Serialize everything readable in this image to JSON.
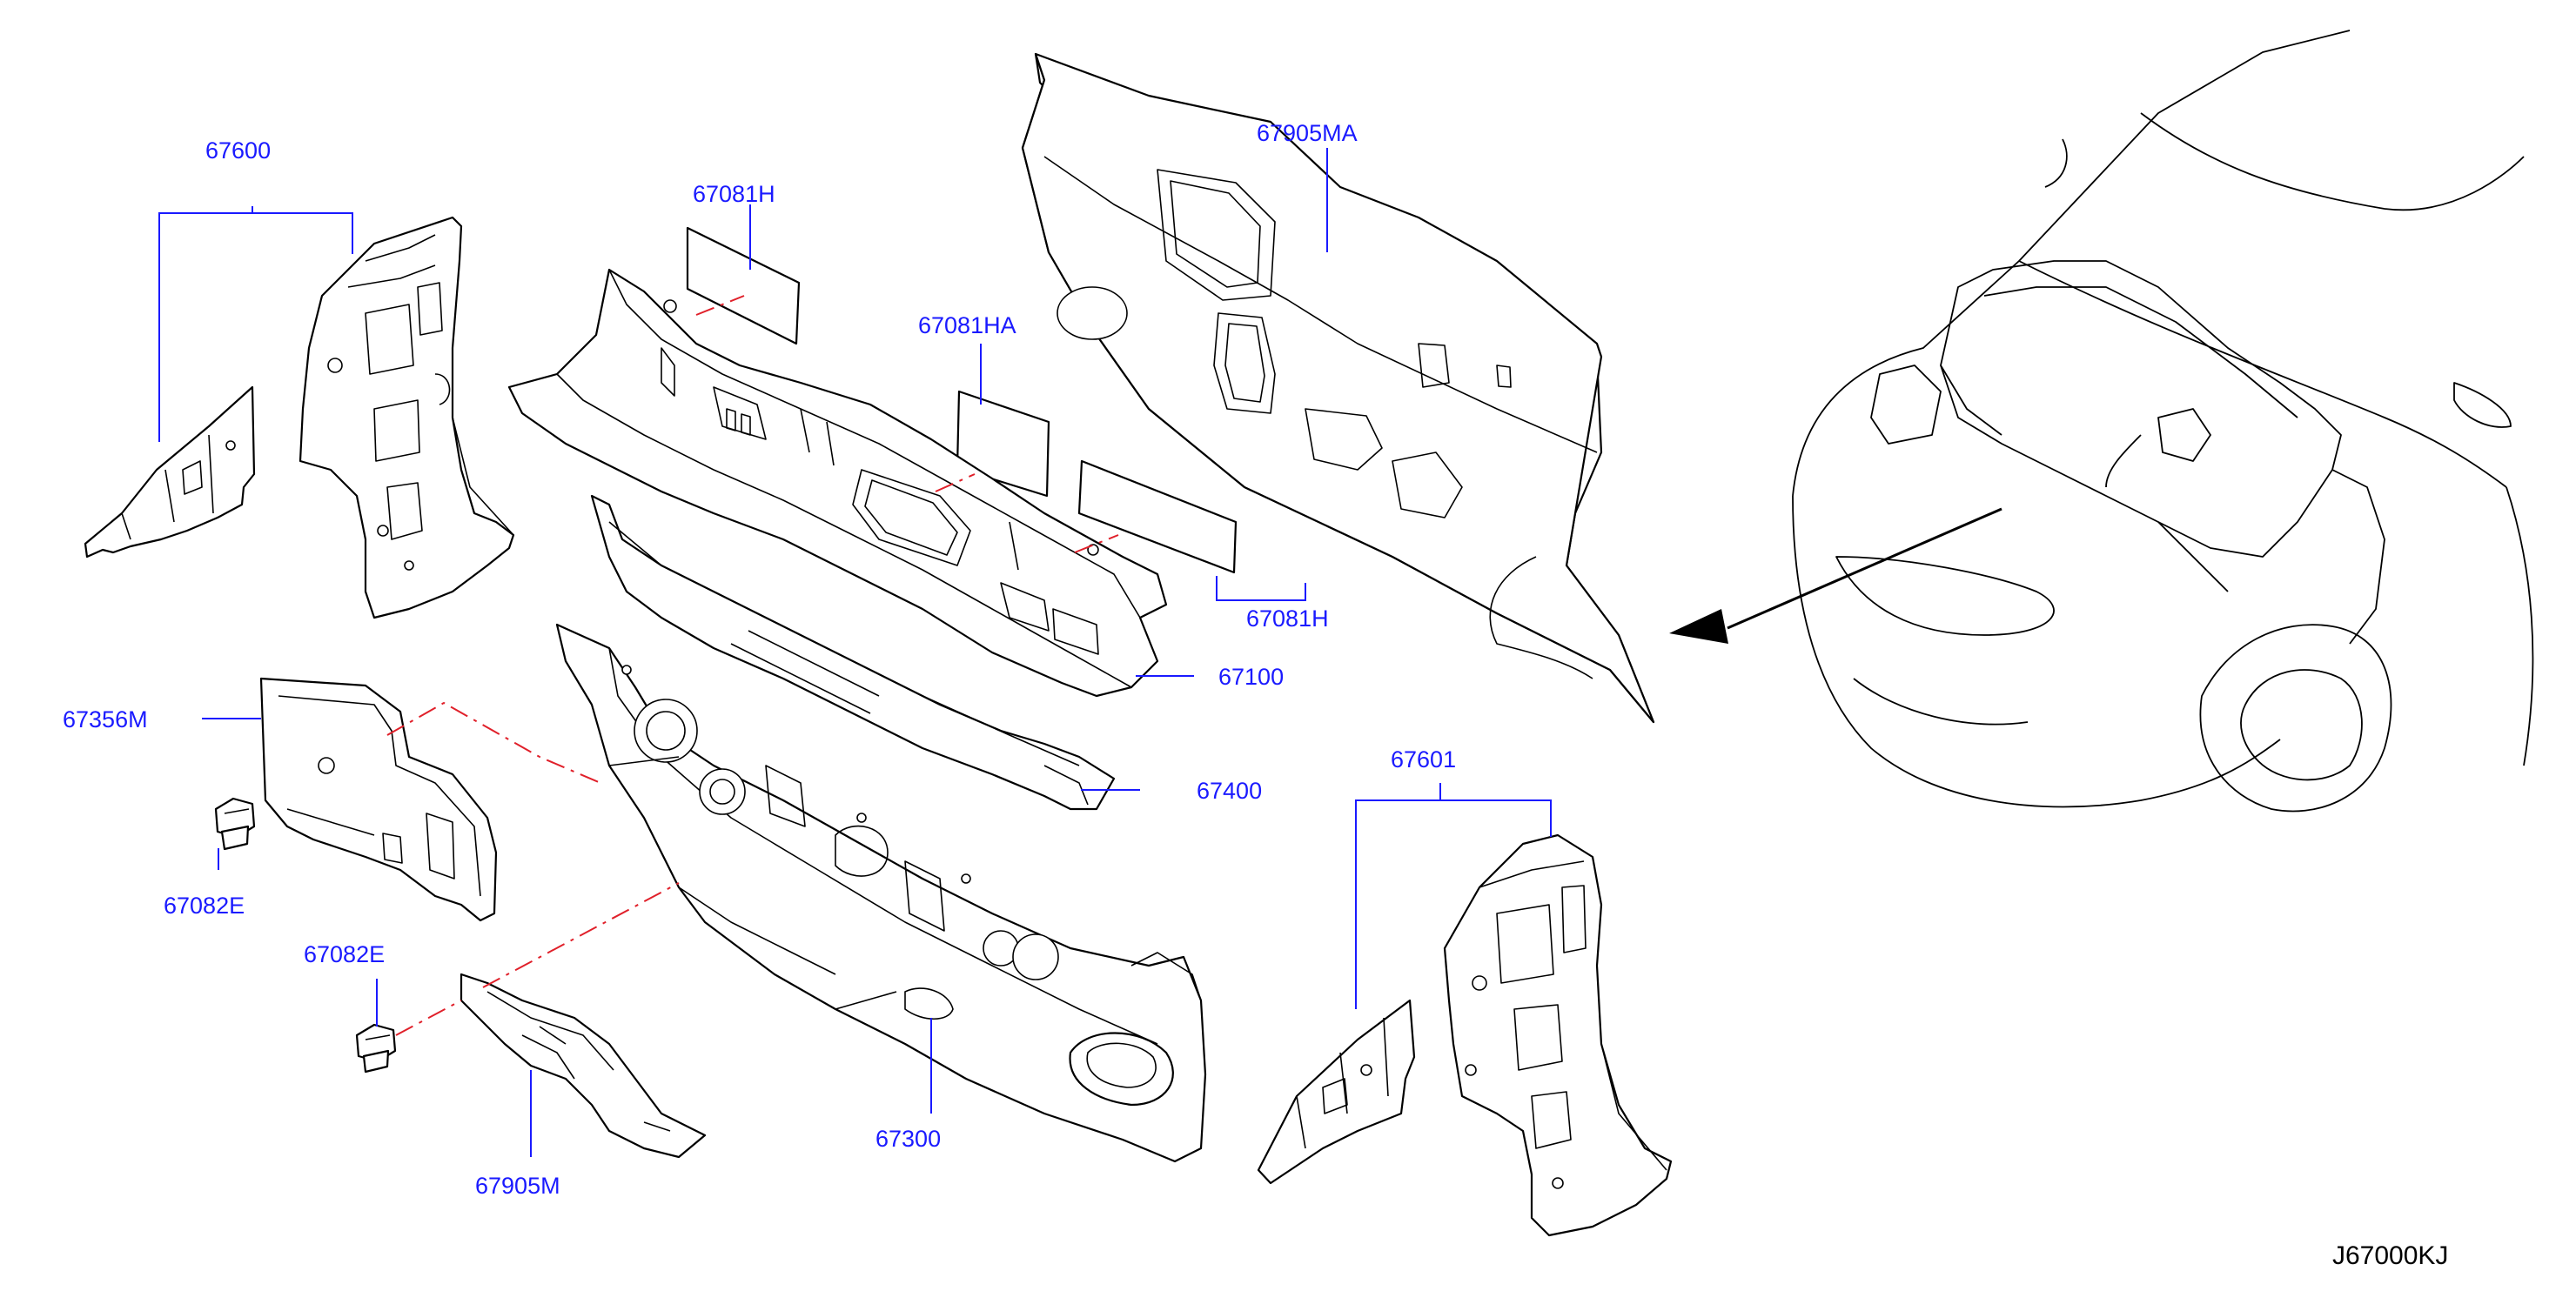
{
  "labels": {
    "p67600": "67600",
    "p67081H_top": "67081H",
    "p67905MA": "67905MA",
    "p67081HA": "67081HA",
    "p67081H_right": "67081H",
    "p67100": "67100",
    "p67356M": "67356M",
    "p67400": "67400",
    "p67601": "67601",
    "p67082E_left": "67082E",
    "p67082E_bottom": "67082E",
    "p67300": "67300",
    "p67905M": "67905M"
  },
  "diagram_code": "J67000KJ",
  "colors": {
    "label": "#1a1aff",
    "dashed_line": "#e0202a",
    "outline": "#000000"
  }
}
